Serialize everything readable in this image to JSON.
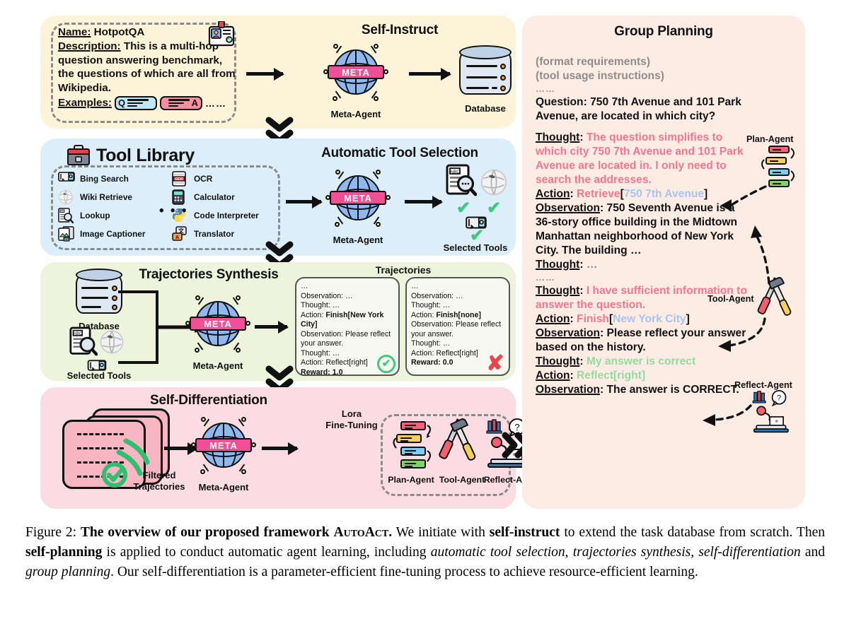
{
  "panels": {
    "self_instruct": {
      "title": "Self-Instruct"
    },
    "tool_selection": {
      "title": "Automatic Tool Selection"
    },
    "trajectories_synthesis": {
      "title": "Trajectories Synthesis"
    },
    "self_differentiation": {
      "title": "Self-Differentiation"
    },
    "group_planning": {
      "title": "Group Planning"
    }
  },
  "task_card": {
    "name_label": "Name:",
    "name_value": " HotpotQA",
    "description_label": "Description:",
    "description_value": " This is a multi-hop question answering benchmark, the questions of which are all from Wikipedia.",
    "examples_label": "Examples:",
    "example_q": "Q",
    "example_a": "A",
    "ellipsis": "……"
  },
  "meta_agent_label": "META",
  "captions": {
    "meta_agent": "Meta-Agent",
    "database": "Database",
    "selected_tools": "Selected Tools",
    "trajectories": "Trajectories",
    "filtered_trajectories": "Filtered\nTrajectories",
    "lora": "Lora\nFine-Tuning",
    "plan_agent": "Plan-Agent",
    "tool_agent": "Tool-Agent",
    "reflect_agent": "Reflect-Agent"
  },
  "tool_library": {
    "title": "Tool Library",
    "ellipsis": "• • •",
    "tools": [
      {
        "name": "Bing Search",
        "icon": "search-box-icon"
      },
      {
        "name": "OCR",
        "icon": "ocr-icon"
      },
      {
        "name": "Wiki Retrieve",
        "icon": "globe-icon"
      },
      {
        "name": "Calculator",
        "icon": "calculator-icon"
      },
      {
        "name": "Lookup",
        "icon": "document-magnifier-icon"
      },
      {
        "name": "Code Interpreter",
        "icon": "python-icon"
      },
      {
        "name": "Image Captioner",
        "icon": "image-text-icon"
      },
      {
        "name": "Translator",
        "icon": "translate-icon"
      }
    ]
  },
  "trajectory_cards": [
    {
      "lines": [
        {
          "text": "…",
          "bold": false
        },
        {
          "text": "Observation: …",
          "bold": false
        },
        {
          "text": "Thought: …",
          "bold": false
        },
        {
          "text": "Action: ",
          "bold": false,
          "strong": "Finish[New York City]"
        },
        {
          "text": "Observation: Please reflect your answer.",
          "bold": false
        },
        {
          "text": "Thought: …",
          "bold": false
        },
        {
          "text": "Action: Reflect[right]",
          "bold": false
        }
      ],
      "reward_label": "Reward: 1.0",
      "verdict": "correct"
    },
    {
      "lines": [
        {
          "text": "…",
          "bold": false
        },
        {
          "text": "Observation: …",
          "bold": false
        },
        {
          "text": "Thought: …",
          "bold": false
        },
        {
          "text": "Action: ",
          "bold": false,
          "strong": "Finish[none]"
        },
        {
          "text": "Observation: Please reflect your answer.",
          "bold": false
        },
        {
          "text": "Thought: …",
          "bold": false
        },
        {
          "text": "Action: Reflect[right]",
          "bold": false
        }
      ],
      "reward_label": "Reward: 0.0",
      "verdict": "wrong"
    }
  ],
  "group_planning": {
    "format_requirements": "(format requirements)",
    "tool_usage_instructions": "(tool usage instructions)",
    "dots_1": "……",
    "question_label": "Question:",
    "question_text": " 750 7th Avenue and 101 Park Avenue, are located in which city?",
    "thought1_label": "Thought",
    "thought1_text": "The question simplifies to which city 750 7th Avenue and 101 Park Avenue are located in. I only need to search the addresses.",
    "action1_label": "Action",
    "action1_verb": "Retrieve",
    "action1_arg": "750 7th Avenue",
    "observation1_label": "Observation",
    "observation1_text": " 750 Seventh Avenue is a 36-story office building in the Midtown Manhattan neighborhood of New York City. The building …",
    "thought2_label": "Thought",
    "thought2_text": "…",
    "dots_2": "……",
    "thought3_label": "Thought",
    "thought3_text": "I have sufficient information to answer the question.",
    "action2_label": "Action",
    "action2_verb": "Finish",
    "action2_arg": "New York City",
    "observation2_label": "Observation",
    "observation2_text": " Please reflect your answer based on the history.",
    "thought4_label": "Thought",
    "thought4_text": "My answer is correct",
    "action3_label": "Action",
    "action3_text": "Reflect[right]",
    "observation3_label": "Observation",
    "observation3_text": " The answer is CORRECT."
  },
  "colors": {
    "panel_self_instruct": "#fdf3d8",
    "panel_tool_selection": "#dceefa",
    "panel_trajectories": "#eef3dc",
    "panel_self_differentiation": "#fadce2",
    "panel_group_planning": "#fdece4",
    "meta_pink": "#f24f96",
    "thought_pink": "#f4778f",
    "arg_blue": "#a8c4ef",
    "reflect_green": "#93dba0",
    "check_green": "#3ec97e",
    "cross_red": "#f0424a",
    "grey_text": "#8d8d8d"
  },
  "caption": {
    "prefix": "Figure 2: ",
    "bold1": "The overview of our proposed framework ",
    "smallcaps": "AutoAct",
    "bold1_end": ".",
    "mid1": " We initiate with ",
    "bold2": "self-instruct",
    "mid2": " to extend the task database from scratch. Then ",
    "bold3": "self-planning",
    "mid3": " is applied to conduct automatic agent learning, including ",
    "ital1": "automatic tool selection",
    "mid4": ", ",
    "ital2": "trajectories synthesis",
    "mid5": ", ",
    "ital3": "self-differentiation",
    "mid6": " and ",
    "ital4": "group planning",
    "mid7": ". Our self-differentiation is a parameter-efficient fine-tuning process to achieve resource-efficient learning."
  }
}
